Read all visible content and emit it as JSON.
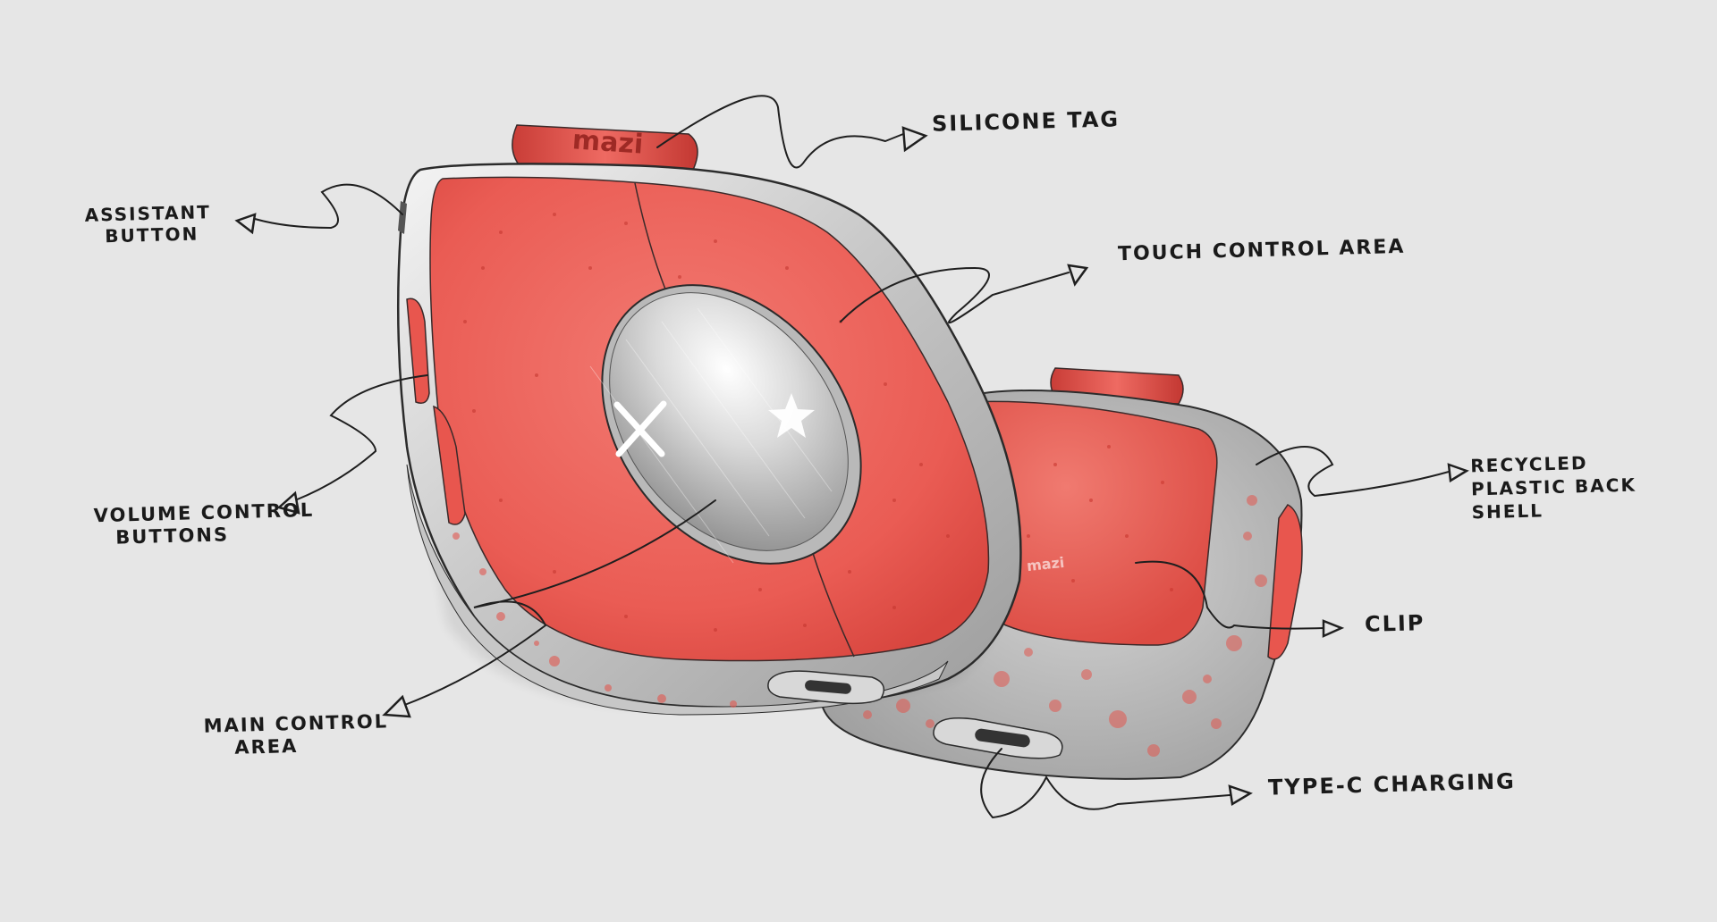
{
  "brand": "mazi",
  "back_print": "mazi",
  "colors": {
    "background": "#e6e6e6",
    "body_red": "#ee5a52",
    "body_red_dark": "#c73a35",
    "speckle": "#d23c36",
    "frame_silver": "#cfcfcf",
    "shell_grey": "#bdbdbd",
    "ink": "#1a1a1a"
  },
  "callouts": {
    "silicone_tag": "SILICONE TAG",
    "assistant_button": [
      "ASSISTANT",
      "BUTTON"
    ],
    "touch_control_area": "TOUCH CONTROL AREA",
    "volume_control_buttons": [
      "VOLUME CONTROL",
      "BUTTONS"
    ],
    "main_control_area": [
      "MAIN CONTROL",
      "AREA"
    ],
    "recycled_plastic_back_shell": [
      "RECYCLED",
      "PLASTIC BACK",
      "SHELL"
    ],
    "clip": "CLIP",
    "type_c_charging": "TYPE-C CHARGING"
  },
  "icons": [
    "close-x-icon",
    "star-icon",
    "triangle-arrow-icon"
  ]
}
